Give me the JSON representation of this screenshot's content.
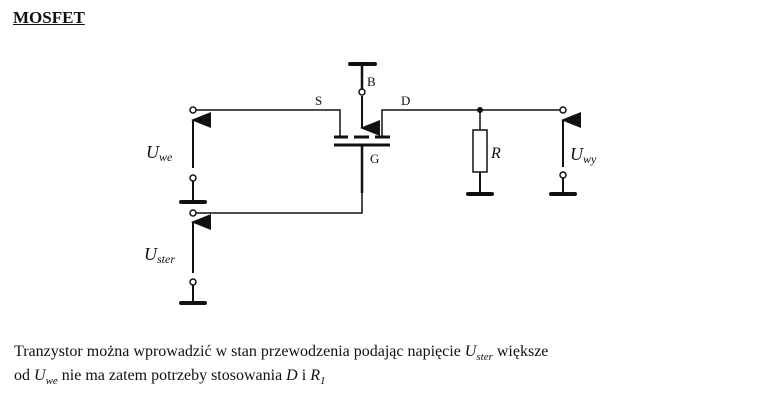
{
  "title": "MOSFET",
  "diagram": {
    "S": "S",
    "D": "D",
    "B": "B",
    "G": "G",
    "R": "R",
    "U": "U",
    "we": "we",
    "ster": "ster",
    "wy": "wy"
  },
  "text": {
    "line1_a": "Tranzystor można wprowadzić w stan przewodzenia podając napięcie ",
    "U": "U",
    "ster": "ster",
    "line1_b": " większe",
    "line2_a": "od ",
    "we": "we",
    "line2_b": " nie ma zatem potrzeby stosowania ",
    "D": "D",
    "line2_c": " i ",
    "R": "R",
    "one": "1"
  }
}
